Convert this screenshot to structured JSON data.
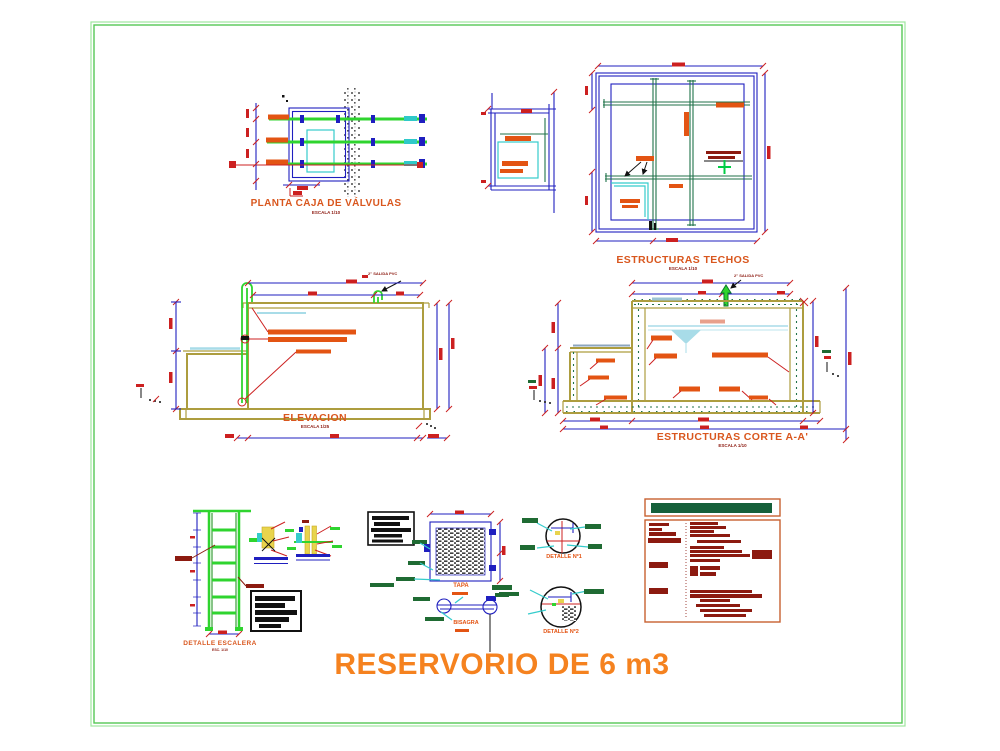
{
  "drawing": {
    "title": "RESERVORIO DE 6 m3",
    "captions": {
      "planta": {
        "label": "PLANTA CAJA DE VÁLVULAS",
        "scale": "ESCALA 1/10"
      },
      "techos": {
        "label": "ESTRUCTURAS TECHOS",
        "scale": "ESCALA 1/10"
      },
      "elevacion": {
        "label": "ELEVACION",
        "scale": "ESCALA 1/25"
      },
      "corte": {
        "label": "ESTRUCTURAS CORTE A-A'",
        "scale": "ESCALA 1/10"
      },
      "escalera": {
        "label": "DETALLE ESCALERA",
        "scale": "ESC. 1/10"
      },
      "tapa": {
        "label": "TAPA"
      },
      "bisagra": {
        "label": "BISAGRA"
      },
      "detalle1": {
        "label": "DETALLE Nº1"
      },
      "detalle2": {
        "label": "DETALLE Nº2"
      }
    },
    "notes": {
      "salida_pvc": "2\" SALIDA PVC"
    },
    "colors": {
      "border_green": "#6ED46E",
      "dim_blue": "#1F1FBF",
      "caption_orange": "#D9571E",
      "title_orange": "#F5821F",
      "pipe_green": "#2FD42F",
      "wall_tan": "#AD9D3F",
      "rebar_teal": "#20724A",
      "note_darkred": "#8C1A10",
      "water_cyan": "#A8DCE8",
      "legend_green": "#15603A"
    }
  }
}
